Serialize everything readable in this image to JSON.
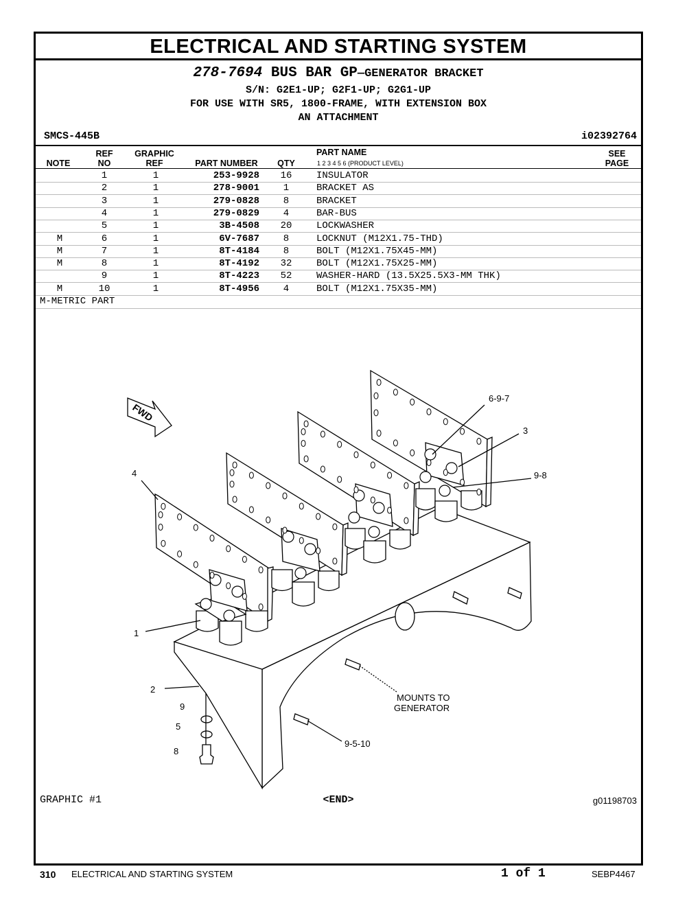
{
  "title": "ELECTRICAL AND STARTING SYSTEM",
  "group": {
    "part_number": "278-7694",
    "name": "BUS BAR GP",
    "sub": "—GENERATOR BRACKET",
    "serial": "S/N: G2E1-UP; G2F1-UP; G2G1-UP",
    "usage": "FOR USE WITH SR5, 1800-FRAME, WITH EXTENSION BOX",
    "type": "AN ATTACHMENT"
  },
  "smcs": "SMCS-445B",
  "illustration_id": "i02392764",
  "columns": {
    "note": "NOTE",
    "ref_top": "REF",
    "ref_bottom": "NO",
    "graphic_top": "GRAPHIC",
    "graphic_bottom": "REF",
    "part_number": "PART NUMBER",
    "qty": "QTY",
    "part_name": "PART NAME",
    "product_level": "1    2    3    4    5    6    (PRODUCT LEVEL)",
    "see_top": "SEE",
    "see_bottom": "PAGE"
  },
  "rows": [
    {
      "note": "",
      "ref": "1",
      "gref": "1",
      "pn": "253-9928",
      "qty": "16",
      "name": "INSULATOR"
    },
    {
      "note": "",
      "ref": "2",
      "gref": "1",
      "pn": "278-9001",
      "qty": "1",
      "name": "BRACKET AS"
    },
    {
      "note": "",
      "ref": "3",
      "gref": "1",
      "pn": "279-0828",
      "qty": "8",
      "name": "BRACKET"
    },
    {
      "note": "",
      "ref": "4",
      "gref": "1",
      "pn": "279-0829",
      "qty": "4",
      "name": "BAR-BUS"
    },
    {
      "note": "",
      "ref": "5",
      "gref": "1",
      "pn": "3B-4508",
      "qty": "20",
      "name": "LOCKWASHER"
    },
    {
      "note": "M",
      "ref": "6",
      "gref": "1",
      "pn": "6V-7687",
      "qty": "8",
      "name": "LOCKNUT (M12X1.75-THD)"
    },
    {
      "note": "M",
      "ref": "7",
      "gref": "1",
      "pn": "8T-4184",
      "qty": "8",
      "name": "BOLT (M12X1.75X45-MM)"
    },
    {
      "note": "M",
      "ref": "8",
      "gref": "1",
      "pn": "8T-4192",
      "qty": "32",
      "name": "BOLT (M12X1.75X25-MM)"
    },
    {
      "note": "",
      "ref": "9",
      "gref": "1",
      "pn": "8T-4223",
      "qty": "52",
      "name": "WASHER-HARD (13.5X25.5X3-MM THK)"
    },
    {
      "note": "M",
      "ref": "10",
      "gref": "1",
      "pn": "8T-4956",
      "qty": "4",
      "name": "BOLT (M12X1.75X35-MM)"
    }
  ],
  "footnote": "M-METRIC PART",
  "callouts": {
    "c697": "6-9-7",
    "c3": "3",
    "c98": "9-8",
    "c4": "4",
    "c1": "1",
    "c2": "2",
    "c9": "9",
    "c5": "5",
    "c8": "8",
    "mounts1": "MOUNTS TO",
    "mounts2": "GENERATOR",
    "c9510": "9-5-10",
    "fwd": "FWD"
  },
  "graphic_label": "GRAPHIC #1",
  "end_label": "<END>",
  "graphic_id": "g01198703",
  "footer": {
    "page": "310",
    "section": "ELECTRICAL AND STARTING SYSTEM",
    "page_of": "1 of 1",
    "doc": "SEBP4467"
  }
}
